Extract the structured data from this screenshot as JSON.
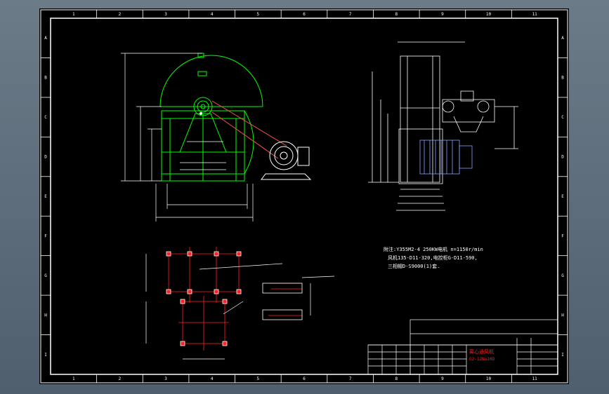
{
  "drawing": {
    "columns": [
      "1",
      "2",
      "3",
      "4",
      "5",
      "6",
      "7",
      "8",
      "9",
      "10",
      "11"
    ],
    "rows": [
      "A",
      "B",
      "C",
      "D",
      "E",
      "F",
      "G",
      "H",
      "I"
    ],
    "notes": {
      "line1": "附注:Y355M2-4 250KW电机 n=1150r/min",
      "line2": "风机135-D11-320,电控柜G-D11-590,",
      "line3": "三相帽D-S9000(1)套."
    },
    "title_block": {
      "title": "离心通风机",
      "model": "G2-12No10D"
    },
    "colors": {
      "background": "#000000",
      "frame": "#ffffff",
      "fan": "#00ff00",
      "foundation": "#ff3030",
      "dimension": "#ffffff",
      "title_text": "#ff2020"
    }
  }
}
